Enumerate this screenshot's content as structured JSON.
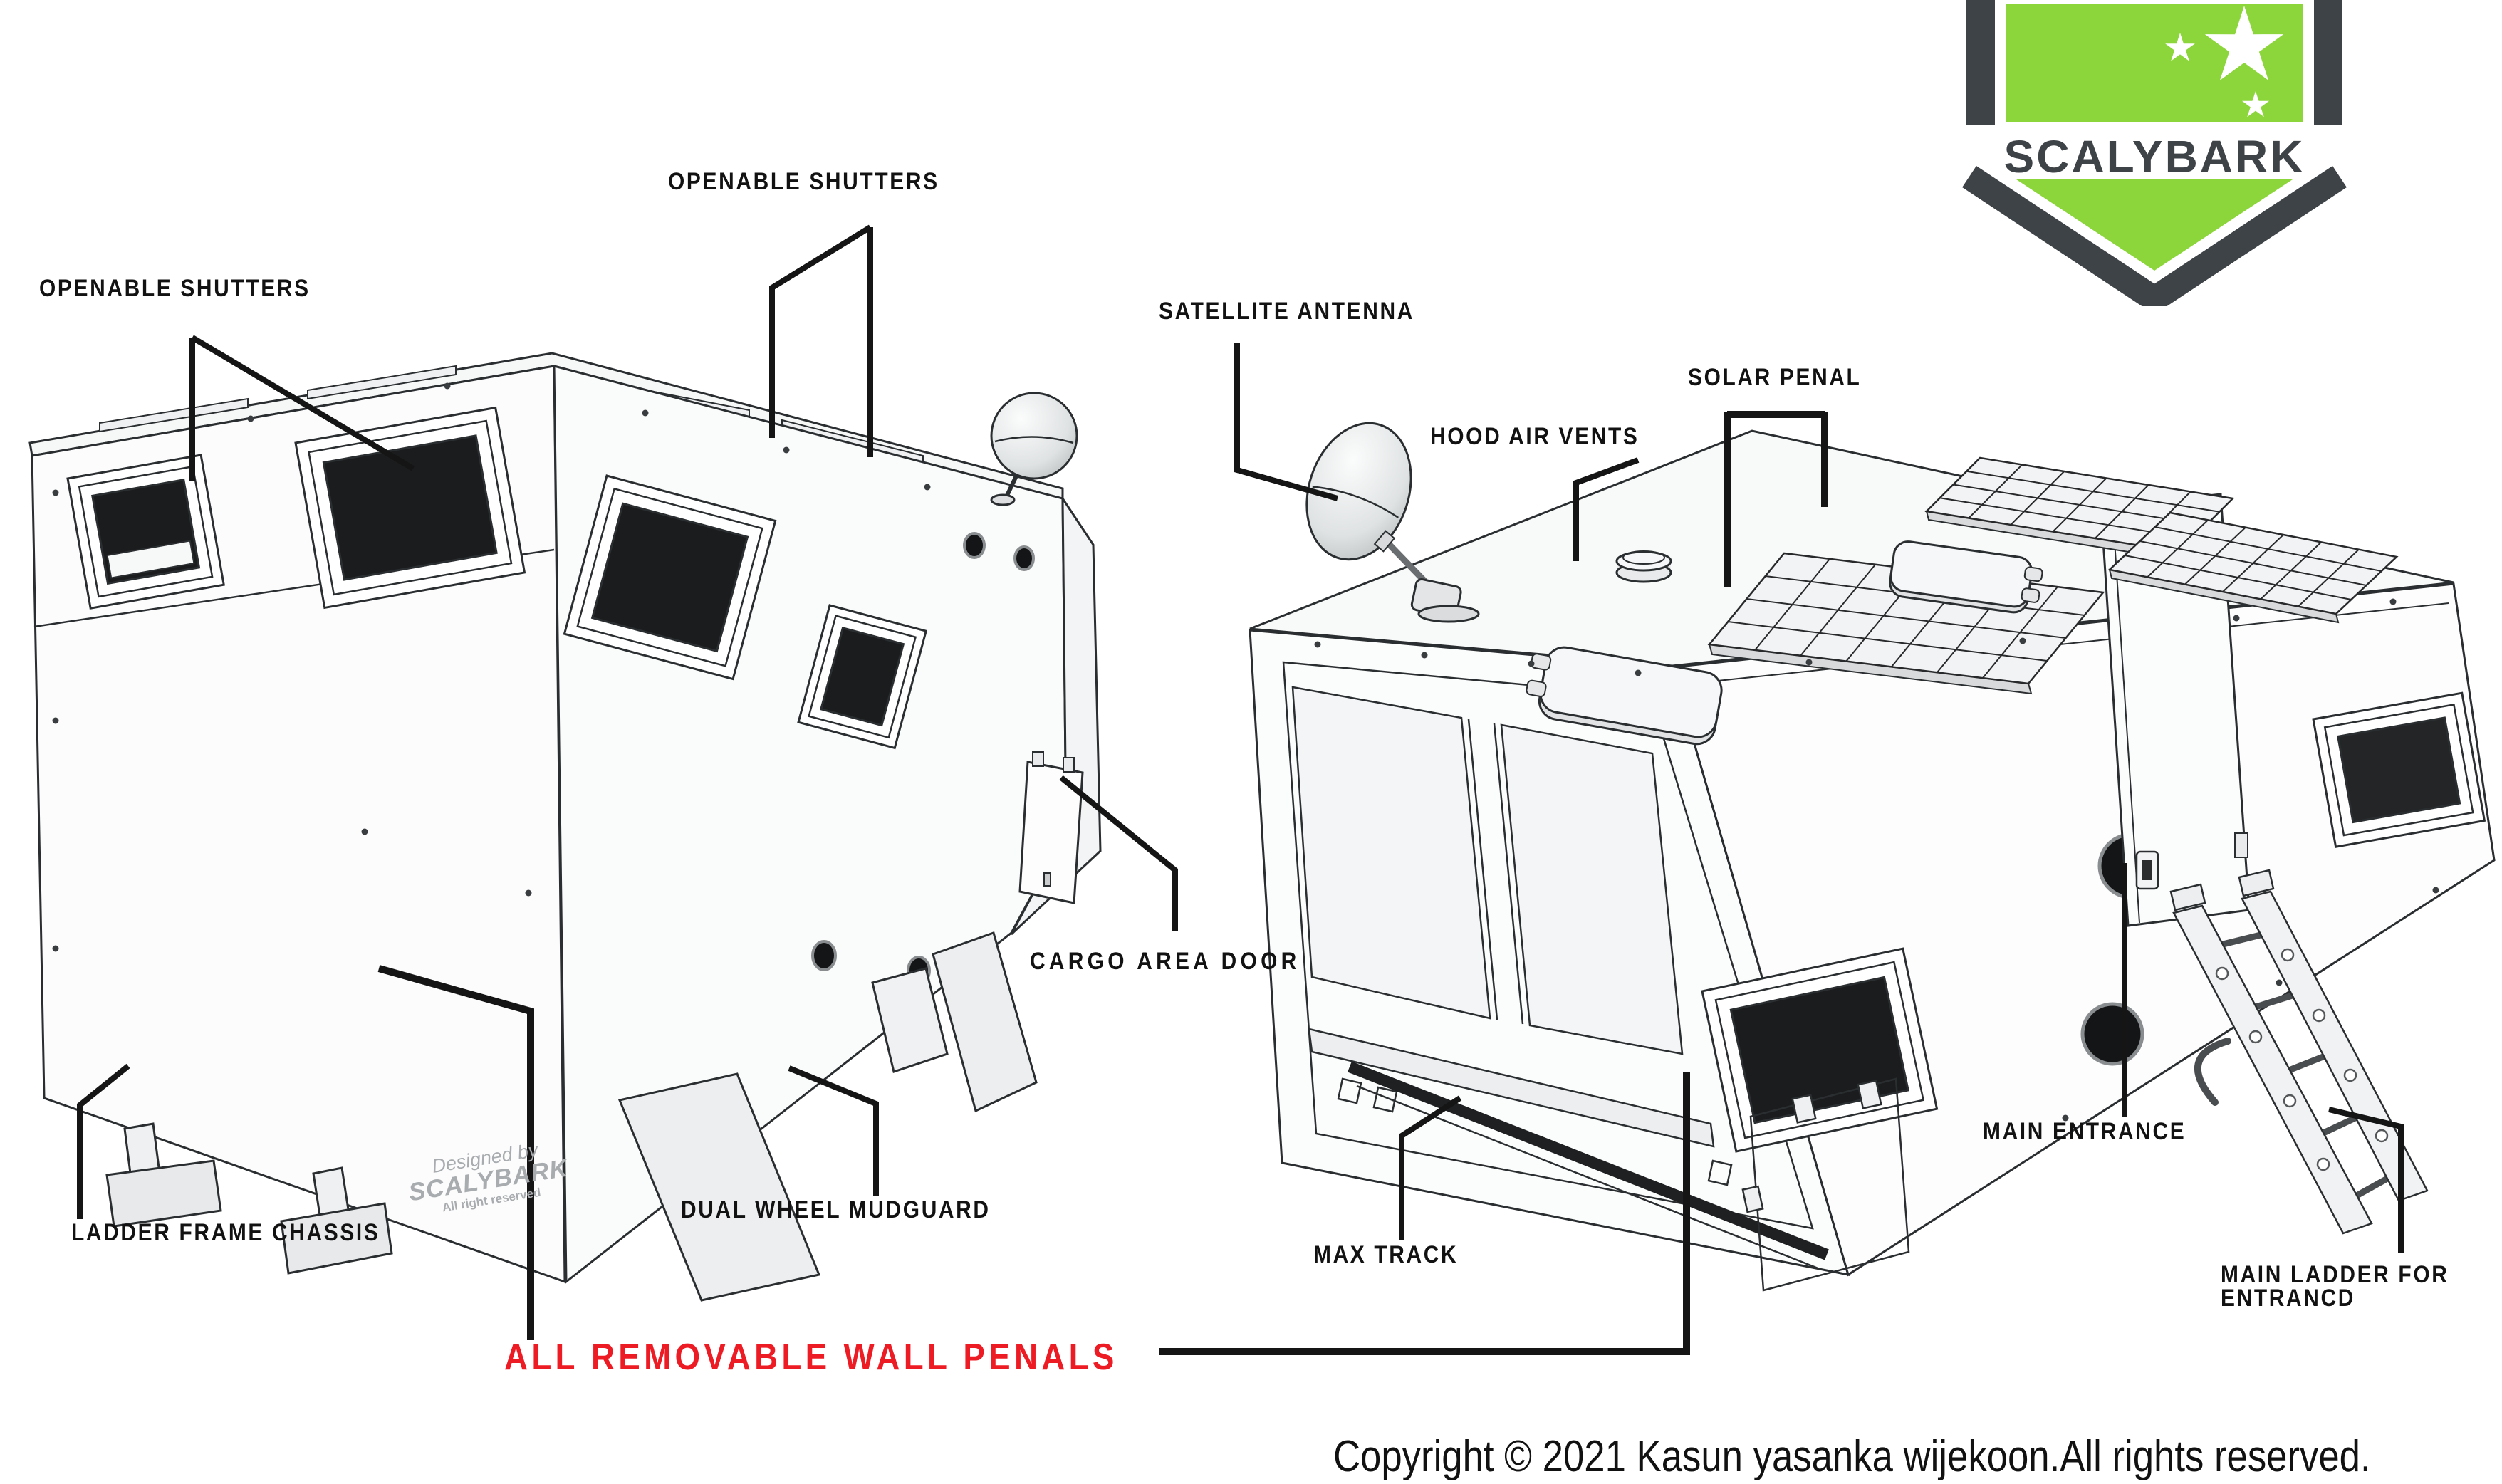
{
  "page": {
    "background": "#ffffff"
  },
  "logo": {
    "brand": "SCALYBARK",
    "green": "#8cd63c",
    "dark": "#3e4347"
  },
  "labels": {
    "openable_shutters_left": "OPENABLE SHUTTERS",
    "openable_shutters_top": "OPENABLE SHUTTERS",
    "satellite_antenna": "SATELLITE ANTENNA",
    "hood_air_vents": "HOOD AIR VENTS",
    "solar_penal": "SOLAR PENAL",
    "cargo_area_door": "CARGO AREA DOOR",
    "ladder_frame_chassis": "LADDER FRAME CHASSIS",
    "dual_wheel_mudguard": "DUAL WHEEL MUDGUARD",
    "all_removable_wall_penals": "ALL REMOVABLE WALL PENALS",
    "max_track": "MAX TRACK",
    "main_entrance": "MAIN ENTRANCE",
    "main_ladder_line1": "MAIN LADDER FOR",
    "main_ladder_line2": "ENTRANCD"
  },
  "vehicle_marking": {
    "line1": "Designed by",
    "line2": "SCALYBARK",
    "line3": "All right reserved"
  },
  "annotation_accent": "#ed1c24",
  "footer": {
    "copyright": "Copyright © 2021 Kasun yasanka wijekoon.All rights reserved."
  }
}
